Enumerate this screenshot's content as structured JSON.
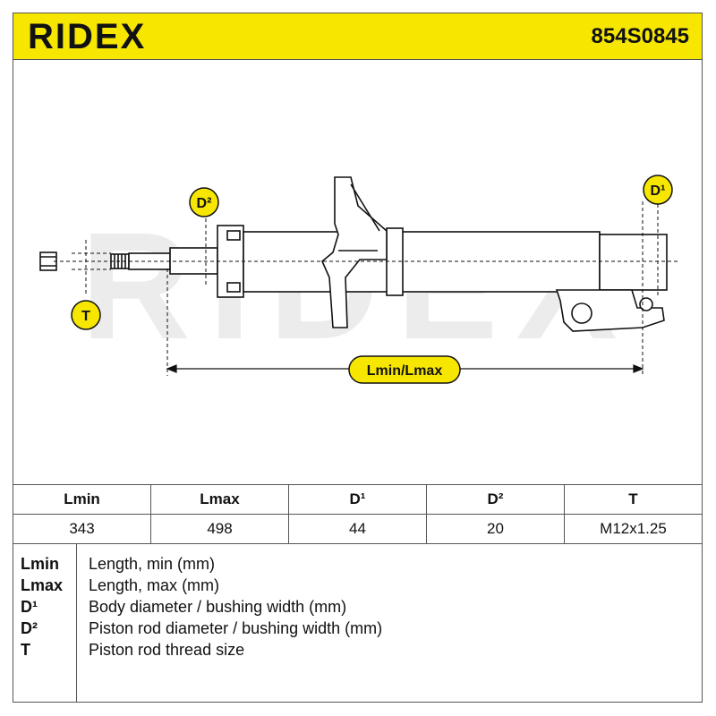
{
  "header": {
    "brand": "RIDEX",
    "part_number": "854S0845"
  },
  "drawing": {
    "watermark": "RIDEX",
    "labels": {
      "d1": "D¹",
      "d2": "D²",
      "t": "T",
      "length": "Lmin/Lmax"
    },
    "colors": {
      "accent": "#f6e600",
      "line": "#111111",
      "watermark": "#ececec"
    }
  },
  "spec_table": {
    "headers": [
      "Lmin",
      "Lmax",
      "D¹",
      "D²",
      "T"
    ],
    "values": [
      "343",
      "498",
      "44",
      "20",
      "M12x1.25"
    ]
  },
  "legend": [
    {
      "key": "Lmin",
      "desc": "Length, min (mm)"
    },
    {
      "key": "Lmax",
      "desc": "Length, max (mm)"
    },
    {
      "key": "D¹",
      "desc": "Body diameter / bushing width (mm)"
    },
    {
      "key": "D²",
      "desc": "Piston rod diameter / bushing width (mm)"
    },
    {
      "key": "T",
      "desc": "Piston rod thread size"
    }
  ]
}
